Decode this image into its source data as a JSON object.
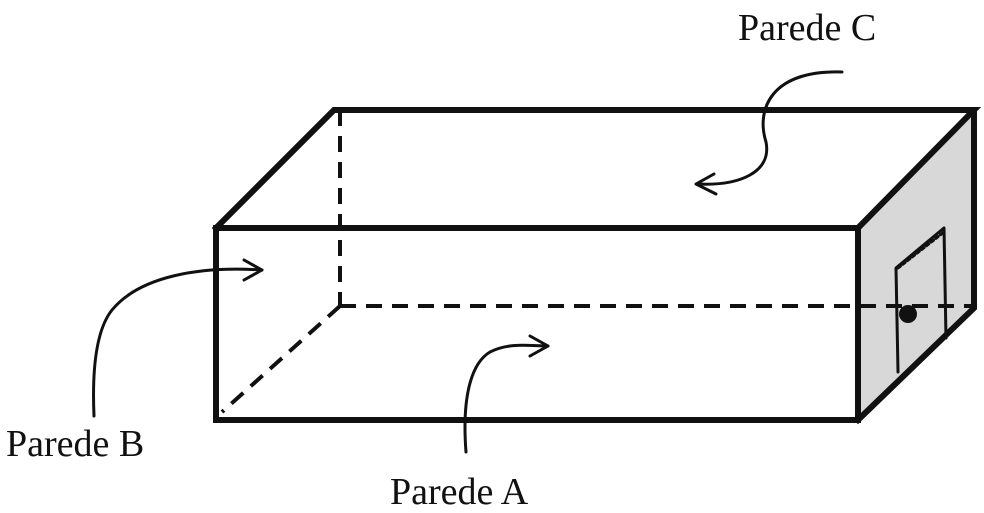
{
  "diagram": {
    "labels": {
      "wall_a": "Parede A",
      "wall_b": "Parede B",
      "wall_c": "Parede C"
    },
    "colors": {
      "line": "#111111",
      "right_face": "#d8d8d8",
      "background": "#ffffff"
    }
  }
}
